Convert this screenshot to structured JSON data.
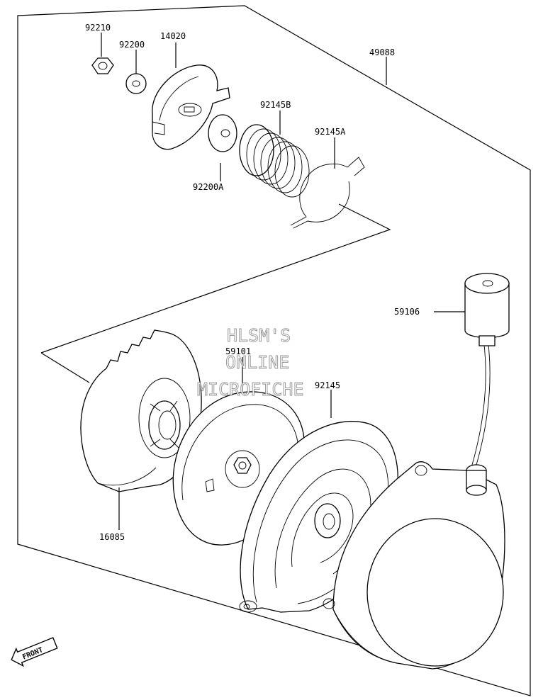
{
  "watermark": {
    "line1": "HLSM'S",
    "line2": "ONLINE",
    "line3": "MICROFICHE"
  },
  "front_marker": "FRONT",
  "parts": {
    "p92210": "92210",
    "p92200": "92200",
    "p14020": "14020",
    "p49088": "49088",
    "p92145B": "92145B",
    "p92145A": "92145A",
    "p92200A": "92200A",
    "p59106": "59106",
    "p59101": "59101",
    "p92145": "92145",
    "p16085": "16085"
  }
}
